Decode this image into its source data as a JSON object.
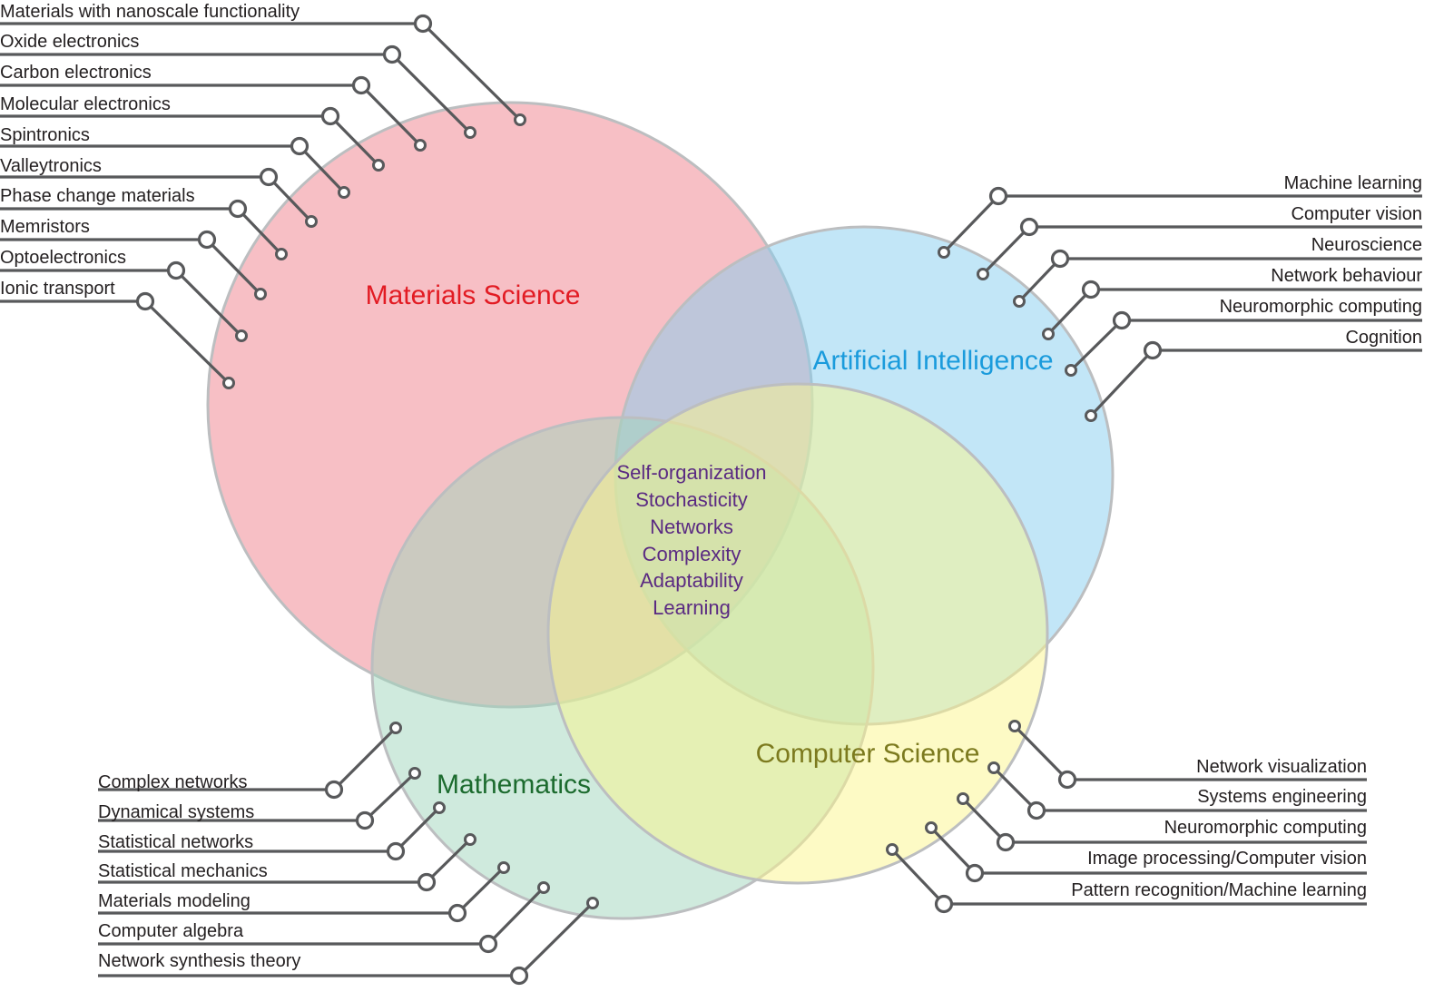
{
  "sets": {
    "materials": {
      "title": "Materials Science",
      "title_color": "#e21b23",
      "fill": "#f07f8c"
    },
    "ai": {
      "title": "Artificial Intelligence",
      "title_color": "#1a9bdc",
      "fill": "#86cdf0"
    },
    "cs": {
      "title": "Computer Science",
      "title_color": "#7c7a1e",
      "fill": "#fbf58c"
    },
    "math": {
      "title": "Mathematics",
      "title_color": "#1c6b2e",
      "fill": "#9fd6bb"
    }
  },
  "core_concepts": [
    "Self-organization",
    "Stochasticity",
    "Networks",
    "Complexity",
    "Adaptability",
    "Learning"
  ],
  "materials_topics": [
    "Materials with nanoscale functionality",
    "Oxide electronics",
    "Carbon electronics",
    "Molecular electronics",
    "Spintronics",
    "Valleytronics",
    "Phase change materials",
    "Memristors",
    "Optoelectronics",
    "Ionic transport"
  ],
  "ai_topics": [
    "Machine learning",
    "Computer vision",
    "Neuroscience",
    "Network behaviour",
    "Neuromorphic computing",
    "Cognition"
  ],
  "math_topics": [
    "Complex networks",
    "Dynamical systems",
    "Statistical networks",
    "Statistical mechanics",
    "Materials modeling",
    "Computer algebra",
    "Network synthesis theory"
  ],
  "cs_topics": [
    "Network visualization",
    "Systems engineering",
    "Neuromorphic computing",
    "Image processing/Computer vision",
    "Pattern recognition/Machine learning"
  ],
  "colors": {
    "leader": "#58595b",
    "outline": "#bcbec0",
    "core_text": "#5a2a82"
  }
}
